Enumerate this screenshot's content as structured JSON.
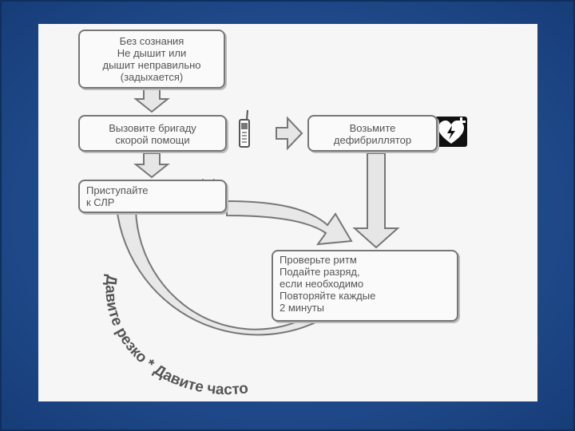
{
  "boxes": {
    "unconscious": [
      "Без сознания",
      "Не дышит или",
      "дышит неправильно",
      "(задыхается)"
    ],
    "call": [
      "Вызовите бригаду",
      "скорой помощи"
    ],
    "defib": [
      "Возьмите",
      "дефибриллятор"
    ],
    "cpr": [
      "Приступайте",
      "к СЛР"
    ],
    "rhythm": [
      "Проверьте ритм",
      "Подайте разряд,",
      "если необходимо",
      "Повторяйте каждые",
      "2 минуты"
    ]
  },
  "cycle_text": "Давите резко * Давите часто",
  "icons": [
    "phone-icon",
    "aed-heart-icon",
    "hands-cpr-icon",
    "heart-rhythm-icon"
  ],
  "colors": {
    "background": "#1f4a8a",
    "paper": "#f6f6f6",
    "box_border": "#777777",
    "arrow_fill": "#e6e6e6",
    "heart": "#5a5a5a"
  }
}
